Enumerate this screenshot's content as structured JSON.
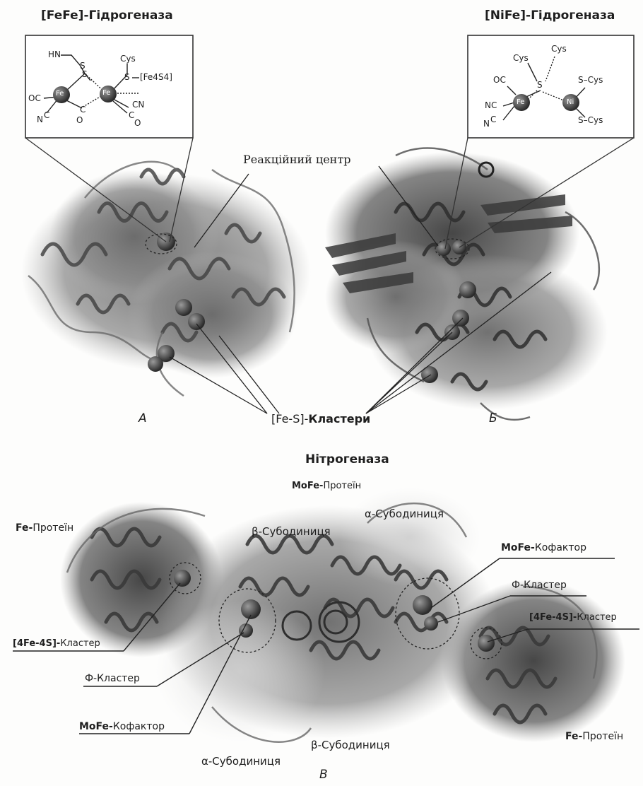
{
  "panel_a": {
    "title": "[FeFe]-Гідрогеназа",
    "letter": "А",
    "formula": {
      "hn": "HN",
      "s1": "S",
      "s2": "S",
      "cys": "Cys",
      "s3": "S",
      "fe4s4": "[Fe4S4]",
      "fe_left": "Fe",
      "fe_right": "Fe",
      "oc": "OC",
      "n_left": "N",
      "c_left": "C",
      "c_mid": "C",
      "o_mid": "O",
      "cn": "CN",
      "c_right": "C",
      "o_right": "O"
    }
  },
  "panel_b": {
    "title": "[NiFe]-Гідрогеназа",
    "letter": "Б",
    "formula": {
      "cys1": "Cys",
      "cys2": "Cys",
      "s_center": "S",
      "s_cys_top": "S–Cys",
      "s_cys_bottom": "S–Cys",
      "oc": "OC",
      "nc": "NC",
      "n_left": "N",
      "c_left": "C",
      "fe": "Fe",
      "ni": "Ni"
    }
  },
  "shared": {
    "reaction_center": "Реакційний центр",
    "fes_prefix": "[Fe-S]-",
    "fes_word": "Кластери"
  },
  "panel_c": {
    "title": "Нітрогеназа",
    "letter": "В",
    "labels": {
      "mofe_protein_prefix": "MoFe-",
      "mofe_protein_word": "Протеїн",
      "fe_protein_left_prefix": "Fe-",
      "fe_protein_left_word": "Протеїн",
      "beta_top": "β-Субодиниця",
      "alpha_top": "α-Субодиниця",
      "mofe_cofactor_right_prefix": "MoFe-",
      "mofe_cofactor_right_word": "Кофактор",
      "phi_right": "Ф-Кластер",
      "fe4s_right_prefix": "[4Fe-4S]-",
      "fe4s_right_word": "Кластер",
      "fe4s_left_prefix": "[4Fe-4S]-",
      "fe4s_left_word": "Кластер",
      "phi_left": "Ф-Кластер",
      "mofe_cofactor_left_prefix": "MoFe-",
      "mofe_cofactor_left_word": "Кофактор",
      "beta_bottom": "β-Субодиниця",
      "alpha_bottom": "α-Субодиниця",
      "fe_protein_right_prefix": "Fe-",
      "fe_protein_right_word": "Протеїн"
    }
  }
}
